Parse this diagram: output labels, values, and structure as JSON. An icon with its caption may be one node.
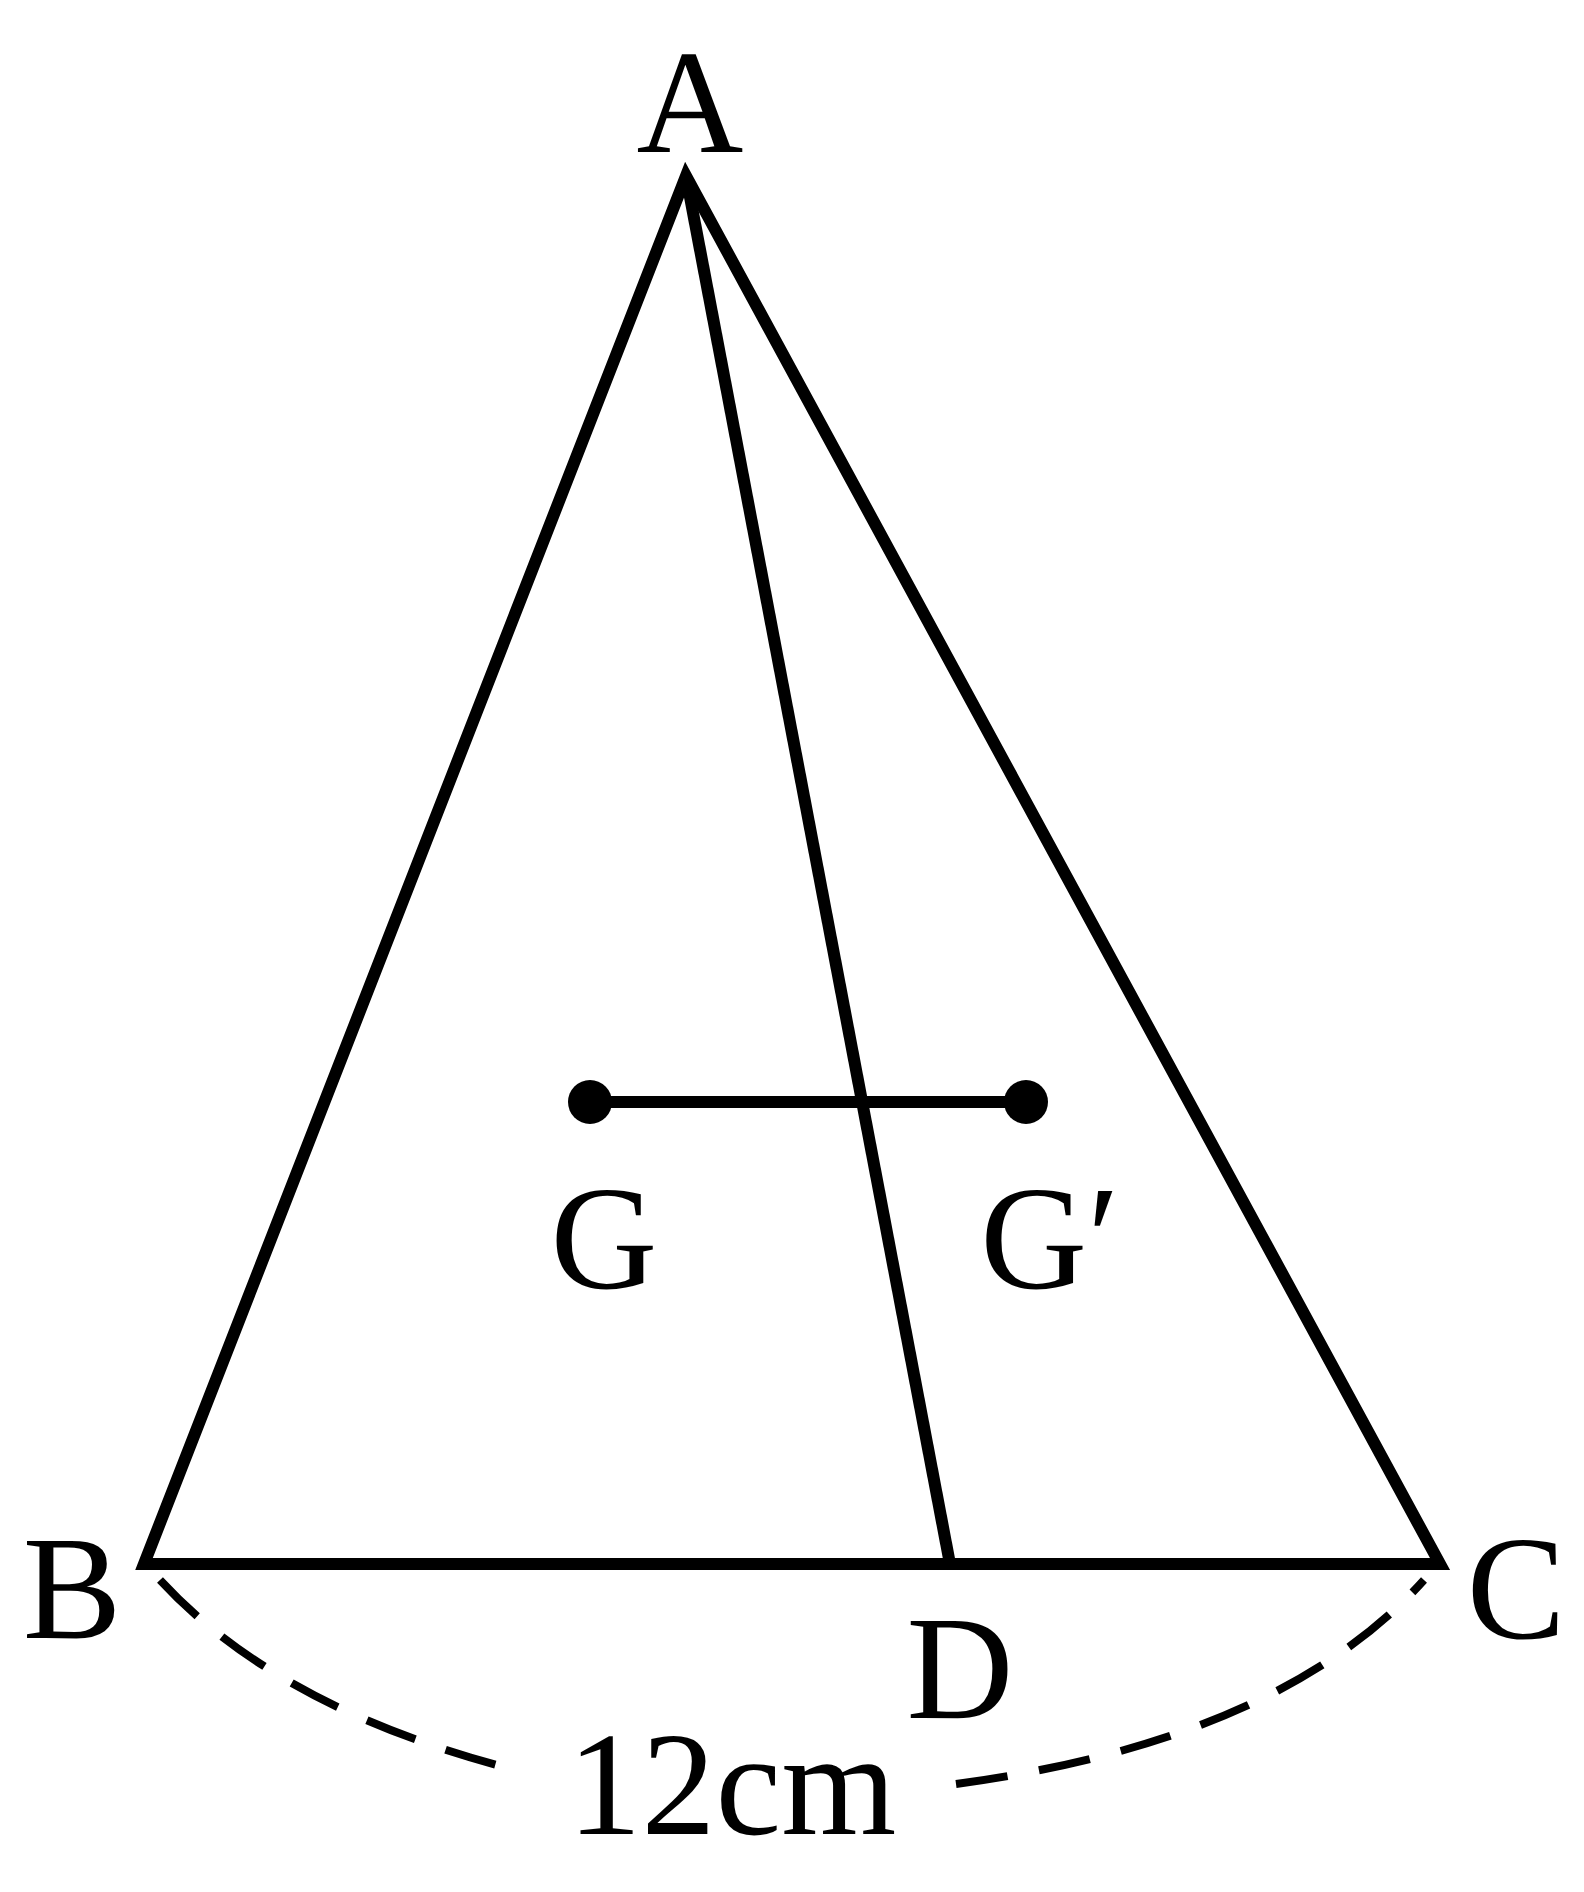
{
  "diagram": {
    "labels": [
      "A",
      "G",
      "G′",
      "B",
      "C",
      "D",
      "12cm"
    ]
  }
}
